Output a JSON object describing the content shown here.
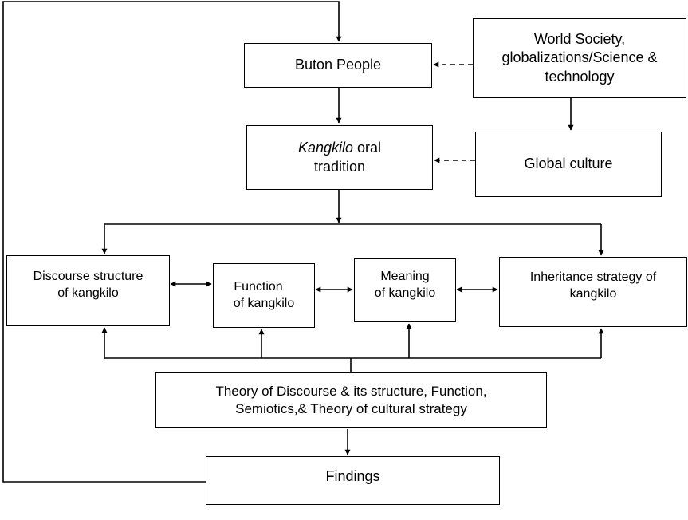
{
  "diagram": {
    "boxes": {
      "buton_people": [
        "Buton People"
      ],
      "world_society": [
        "World Society,",
        "globalizations/Science &",
        "technology"
      ],
      "kangkilo_tradition": {
        "italic_word": "Kangkilo",
        "rest_line1": " oral",
        "line2": "tradition"
      },
      "global_culture": [
        "Global culture"
      ],
      "discourse_structure": [
        "Discourse structure",
        "of kangkilo"
      ],
      "function": [
        "Function",
        "of kangkilo"
      ],
      "meaning": [
        "Meaning",
        "of kangkilo"
      ],
      "inheritance_strategy": [
        "Inheritance strategy of",
        "kangkilo"
      ],
      "theory": [
        "Theory of Discourse & its structure, Function,",
        "Semiotics,& Theory of cultural strategy"
      ],
      "findings": [
        "Findings"
      ]
    },
    "colors": {
      "line": "#000000",
      "box_fill": "#ffffff",
      "text": "#000000"
    }
  }
}
